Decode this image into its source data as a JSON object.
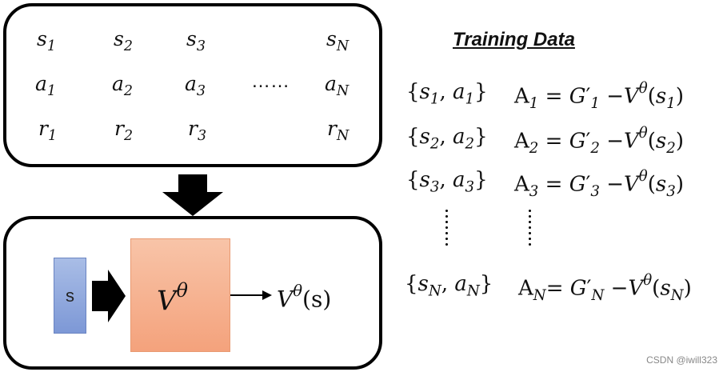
{
  "trajectory": {
    "states": [
      "s",
      "s",
      "s",
      "s"
    ],
    "actions": [
      "a",
      "a",
      "a",
      "a"
    ],
    "rewards": [
      "r",
      "r",
      "r",
      "r"
    ],
    "subscripts": [
      "1",
      "2",
      "3",
      "N"
    ],
    "ellipsis": "……"
  },
  "network": {
    "input_label": "s",
    "name": "V",
    "superscript": "θ",
    "output": "V",
    "output_sup": "θ",
    "output_arg": "(s)"
  },
  "training": {
    "title": "Training Data",
    "rows": [
      {
        "pair_s": "s",
        "pair_a": "a",
        "sub": "1",
        "adv": "A",
        "g": "G",
        "gsub": "1",
        "v": "V",
        "vsup": "θ",
        "varg_s": "s"
      },
      {
        "pair_s": "s",
        "pair_a": "a",
        "sub": "2",
        "adv": "A",
        "g": "G",
        "gsub": "2",
        "v": "V",
        "vsup": "θ",
        "varg_s": "s"
      },
      {
        "pair_s": "s",
        "pair_a": "a",
        "sub": "3",
        "adv": "A",
        "g": "G",
        "gsub": "3",
        "v": "V",
        "vsup": "θ",
        "varg_s": "s"
      },
      {
        "pair_s": "s",
        "pair_a": "a",
        "sub": "N",
        "adv": "A",
        "g": "G",
        "gsub": "N",
        "v": "V",
        "vsup": "θ",
        "varg_s": "s"
      }
    ]
  },
  "watermark": "CSDN @iwill323",
  "colors": {
    "state_box": "#8fa8de",
    "network_box": "#f6b293",
    "border": "#000000"
  }
}
